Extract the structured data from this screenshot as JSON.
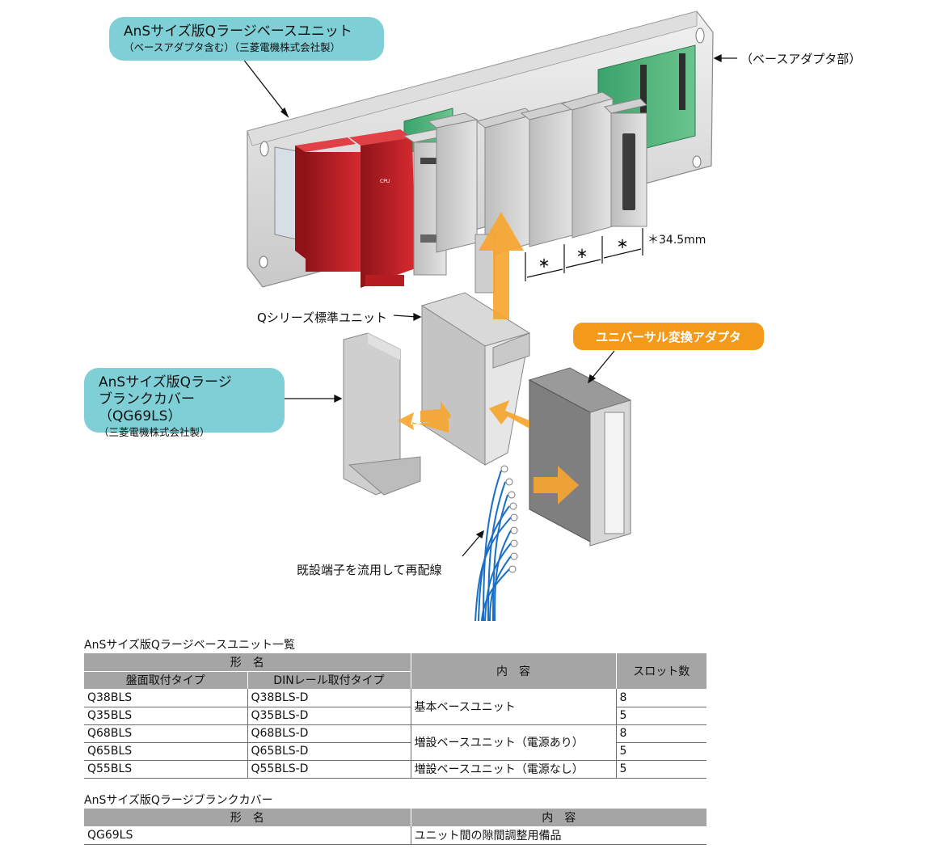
{
  "callouts": {
    "base_unit": {
      "main": "AnSサイズ版Qラージベースユニット",
      "sub": "（ベースアダプタ含む）（三菱電機株式会社製）"
    },
    "blank_cover": {
      "main1": "AnSサイズ版Qラージ",
      "main2": "ブランクカバー（QG69LS）",
      "sub": "（三菱電機株式会社製）"
    },
    "universal_adapter": "ユニバーサル変換アダプタ"
  },
  "labels": {
    "base_adapter": "（ベースアダプタ部）",
    "q_series": "Qシリーズ標準ユニット",
    "rewire": "既設端子を流用して再配線",
    "pitch": "＊34.5mm",
    "star": "＊"
  },
  "colors": {
    "teal": "#7fcfd6",
    "orange": "#f39a1a",
    "plc_red": "#c8202a",
    "header_gray": "#a5a5a5",
    "wire_blue": "#1a6fc4"
  },
  "table1": {
    "caption": "AnSサイズ版Qラージベースユニット一覧",
    "header_model": "形　名",
    "header_panel": "盤面取付タイプ",
    "header_din": "DINレール取付タイプ",
    "header_content": "内　容",
    "header_slots": "スロット数",
    "rows": [
      {
        "panel": "Q38BLS",
        "din": "Q38BLS-D",
        "slots": "8"
      },
      {
        "panel": "Q35BLS",
        "din": "Q35BLS-D",
        "slots": "5"
      },
      {
        "panel": "Q68BLS",
        "din": "Q68BLS-D",
        "slots": "8"
      },
      {
        "panel": "Q65BLS",
        "din": "Q65BLS-D",
        "slots": "5"
      },
      {
        "panel": "Q55BLS",
        "din": "Q55BLS-D",
        "slots": "5"
      }
    ],
    "contents": [
      "基本ベースユニット",
      "増設ベースユニット（電源あり）",
      "増設ベースユニット（電源なし）"
    ]
  },
  "table2": {
    "caption": "AnSサイズ版Qラージブランクカバー",
    "header_model": "形　名",
    "header_content": "内　容",
    "rows": [
      {
        "model": "QG69LS",
        "content": "ユニット間の隙間調整用備品"
      }
    ]
  }
}
